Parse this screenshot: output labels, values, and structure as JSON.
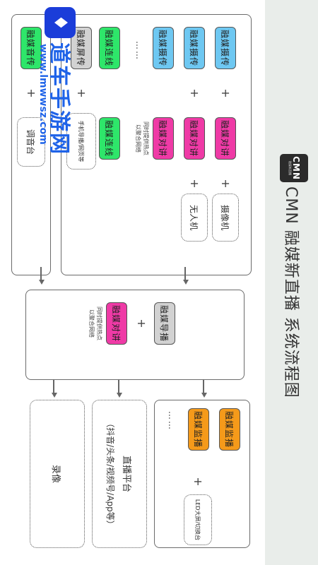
{
  "header": {
    "logo_text": "CMN",
    "logo_subtext": "融媒新直播",
    "title": "CMN 融媒新直播   系统流程图"
  },
  "capture_panel": {
    "rows": [
      {
        "primary": "融媒摄传",
        "secondary": "融媒对讲",
        "device": "摄像机"
      },
      {
        "primary": "融媒摄传",
        "secondary": "融媒对讲",
        "device": "无人机"
      },
      {
        "primary": "融媒摄传",
        "secondary": "融媒对讲",
        "device": ""
      }
    ],
    "note_hotspot": [
      "同时提供热点",
      "以聚合网络"
    ],
    "link_row": {
      "primary": "融媒连线",
      "secondary": "融媒连线"
    },
    "screen_row": {
      "primary": "融媒屏传",
      "device": "手机导播/网页等"
    },
    "ellipsis": "……"
  },
  "audio_panel": {
    "primary": "融媒音传",
    "device": "调音台"
  },
  "director_panel": {
    "primary": "融媒导播",
    "secondary": "融媒对讲",
    "note": [
      "同时提供热点",
      "以聚合网络"
    ]
  },
  "monitor_panel": {
    "items": [
      "融媒监播",
      "融媒监播"
    ],
    "device": "LED大屏/切换台",
    "ellipsis": "……"
  },
  "outputs": {
    "live_title": "直播平台",
    "live_platforms": "（抖音/头条/视频号/App等）",
    "record": "录像"
  },
  "plus_symbol": "+",
  "watermark": {
    "title": "道车手游网",
    "url": "www.lmwwsz.com"
  },
  "colors": {
    "blue": "#6ec8f2",
    "green": "#2ee66a",
    "pink": "#ef3aa6",
    "gray": "#d2d2d2",
    "orange": "#f59a1a",
    "banner": "#e9edea"
  }
}
